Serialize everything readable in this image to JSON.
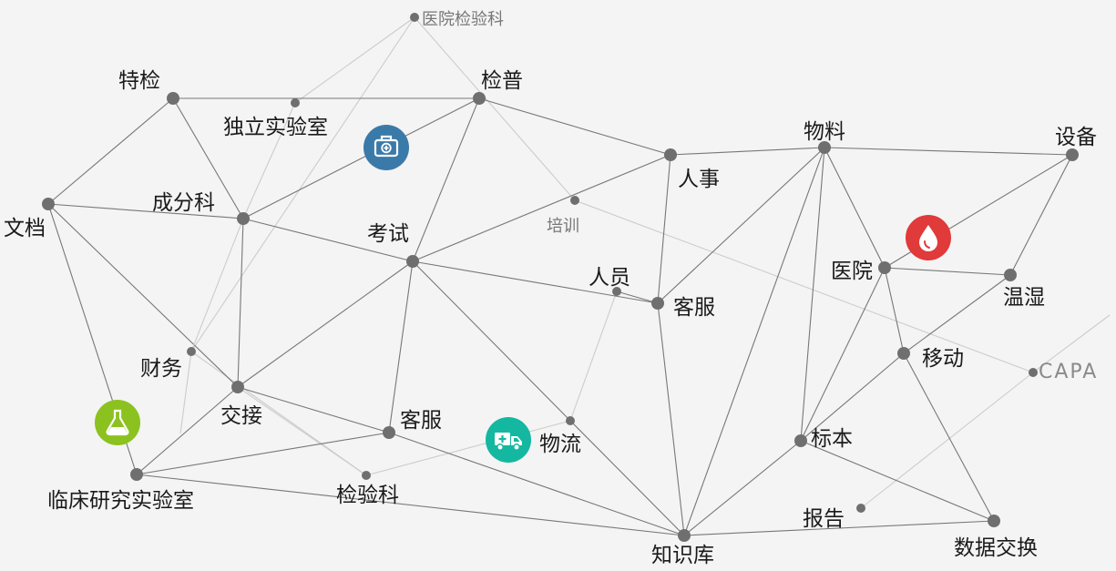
{
  "colors": {
    "background": "#f4f4f4",
    "node": "#6f6f6f",
    "edge_dark": "#777777",
    "edge_light": "#cccccc",
    "label": "#1a1a1a",
    "label_muted": "#777777",
    "icon_medkit": "#3a7aa8",
    "icon_blood": "#e03a3a",
    "icon_flask": "#8cc21f",
    "icon_ambulance": "#14b8a0"
  },
  "nodes": [
    {
      "id": "hospital-lab",
      "label": "医院检验科",
      "kind": "small"
    },
    {
      "id": "teshen",
      "label": "特检",
      "kind": "main"
    },
    {
      "id": "jianpu",
      "label": "检普",
      "kind": "main"
    },
    {
      "id": "independent-lab",
      "label": "独立实验室",
      "kind": "small-dot"
    },
    {
      "id": "wuliao",
      "label": "物料",
      "kind": "main"
    },
    {
      "id": "shebei",
      "label": "设备",
      "kind": "main"
    },
    {
      "id": "renshi",
      "label": "人事",
      "kind": "main"
    },
    {
      "id": "wendang",
      "label": "文档",
      "kind": "main"
    },
    {
      "id": "chengfenke",
      "label": "成分科",
      "kind": "main"
    },
    {
      "id": "peixun",
      "label": "培训",
      "kind": "small"
    },
    {
      "id": "kaoshi",
      "label": "考试",
      "kind": "main"
    },
    {
      "id": "renyuan",
      "label": "人员",
      "kind": "small-dot"
    },
    {
      "id": "kefu-right",
      "label": "客服",
      "kind": "main"
    },
    {
      "id": "yiyuan",
      "label": "医院",
      "kind": "main"
    },
    {
      "id": "wenshi",
      "label": "温湿",
      "kind": "main"
    },
    {
      "id": "yidong",
      "label": "移动",
      "kind": "main"
    },
    {
      "id": "capa",
      "label": "CAPA",
      "kind": "latin"
    },
    {
      "id": "caiwu",
      "label": "财务",
      "kind": "small-dot"
    },
    {
      "id": "jiaojie",
      "label": "交接",
      "kind": "main"
    },
    {
      "id": "kefu-center",
      "label": "客服",
      "kind": "main"
    },
    {
      "id": "wuliu",
      "label": "物流",
      "kind": "small-dot"
    },
    {
      "id": "biaoben",
      "label": "标本",
      "kind": "main"
    },
    {
      "id": "clinical-lab",
      "label": "临床研究实验室",
      "kind": "main"
    },
    {
      "id": "jianyanke",
      "label": "检验科",
      "kind": "small-dot"
    },
    {
      "id": "baogao",
      "label": "报告",
      "kind": "small-dot"
    },
    {
      "id": "zhishiku",
      "label": "知识库",
      "kind": "main"
    },
    {
      "id": "data-exchange",
      "label": "数据交换",
      "kind": "main"
    }
  ],
  "icons": [
    {
      "id": "medkit",
      "name": "medical-kit-icon",
      "color": "#3a7aa8"
    },
    {
      "id": "blood",
      "name": "blood-drop-icon",
      "color": "#e03a3a"
    },
    {
      "id": "flask",
      "name": "flask-icon",
      "color": "#8cc21f"
    },
    {
      "id": "ambulance",
      "name": "ambulance-icon",
      "color": "#14b8a0"
    }
  ]
}
